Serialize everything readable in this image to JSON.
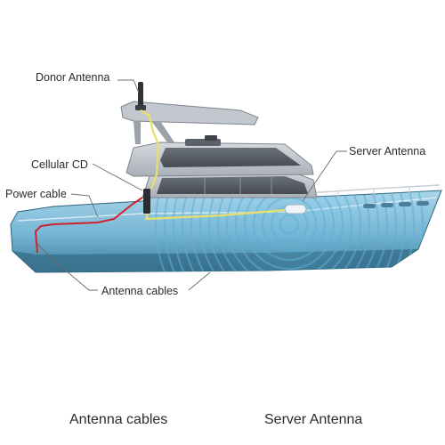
{
  "diagram": {
    "labels": {
      "donor_antenna": "Donor Antenna",
      "server_antenna": "Server Antenna",
      "cellular_cd": "Cellular CD",
      "power_cable": "Power cable",
      "antenna_cables": "Antenna cables"
    },
    "captions": {
      "left": "Antenna cables",
      "right": "Server Antenna"
    }
  },
  "colors": {
    "hull_top": "#9ed0e6",
    "hull_bottom": "#3f7e9c",
    "cabin": "#c4c9cf",
    "window_band": "#5b6168",
    "antenna_cable": "#e8e06a",
    "power_cable": "#d2202c",
    "signal_wave": "#4ea4cf"
  },
  "icons": [
    "donor-antenna-icon",
    "cellular-booster-icon",
    "server-antenna-icon"
  ]
}
